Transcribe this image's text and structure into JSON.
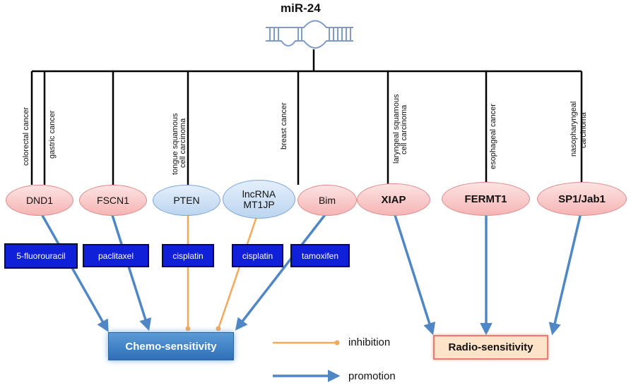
{
  "title": "miR-24",
  "targets": [
    {
      "label": "DND1",
      "color": "pink"
    },
    {
      "label": "FSCN1",
      "color": "pink"
    },
    {
      "label": "PTEN",
      "color": "blue"
    },
    {
      "label": "lncRNA MT1JP",
      "color": "blue"
    },
    {
      "label": "Bim",
      "color": "pink"
    },
    {
      "label": "XIAP",
      "color": "pink"
    },
    {
      "label": "FERMT1",
      "color": "pink"
    },
    {
      "label": "SP1/Jab1",
      "color": "pink"
    }
  ],
  "cancers": [
    "colorectal cancer",
    "gastric cancer",
    "tongue squamous",
    "cell carcinoma",
    "breast cancer",
    "laryngeal squamous",
    "cell carcinoma",
    "esophageal cancer",
    "nasopharyngeal",
    "carcinoma"
  ],
  "drugs": [
    "5-fluorouracil",
    "paclitaxel",
    "cisplatin",
    "cisplatin",
    "tamoxifen"
  ],
  "outcomes": {
    "chemo": "Chemo-sensitivity",
    "radio": "Radio-sensitivity"
  },
  "legend": {
    "inhibition": "inhibition",
    "promotion": "promotion"
  },
  "colors": {
    "inhibition": "#f4a85a",
    "promotion": "#4f86c6",
    "drug_box": "#1020d8"
  }
}
